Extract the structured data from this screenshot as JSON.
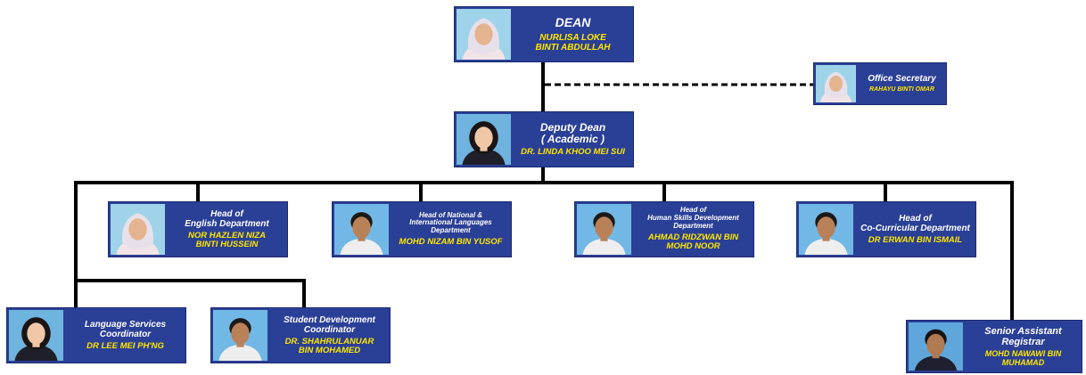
{
  "colors": {
    "box_fill": "#2a3f96",
    "title_text": "#ffffff",
    "name_text": "#ffe600",
    "connector": "#000000"
  },
  "nodes": {
    "dean": {
      "title": "DEAN",
      "name": "NURLISA LOKE\nBINTI ABDULLAH",
      "photo": "photo-female-hijab"
    },
    "secretary": {
      "title": "Office Secretary",
      "name": "RAHAYU BINTI OMAR",
      "photo": "photo-female-hijab"
    },
    "deputy": {
      "title": "Deputy Dean\n( Academic )",
      "name": "DR. LINDA KHOO MEI SUI",
      "photo": "photo-female"
    },
    "english": {
      "title": "Head of\nEnglish Department",
      "name": "NOR HAZLEN NIZA\nBINTI HUSSEIN",
      "photo": "photo-female-hijab"
    },
    "national": {
      "title": "Head of  National &\nInternational Languages\nDepartment",
      "name": "MOHD NIZAM BIN YUSOF",
      "photo": "photo-male"
    },
    "human": {
      "title": "Head of\nHuman Skills Development\nDepartment",
      "name": "AHMAD RIDZWAN BIN\nMOHD NOOR",
      "photo": "photo-male"
    },
    "cocurricular": {
      "title": "Head of\nCo-Curricular Department",
      "name": "DR ERWAN  BIN ISMAIL",
      "photo": "photo-male"
    },
    "language_services": {
      "title": "Language Services\nCoordinator",
      "name": "DR LEE MEI PH'NG",
      "photo": "photo-female"
    },
    "student_dev": {
      "title": "Student Development\nCoordinator",
      "name": "DR. SHAHRULANUAR\nBIN MOHAMED",
      "photo": "photo-male"
    },
    "registrar": {
      "title": "Senior Assistant\nRegistrar",
      "name": "MOHD NAWAWI BIN\nMUHAMAD",
      "photo": "photo-male-suit"
    }
  }
}
